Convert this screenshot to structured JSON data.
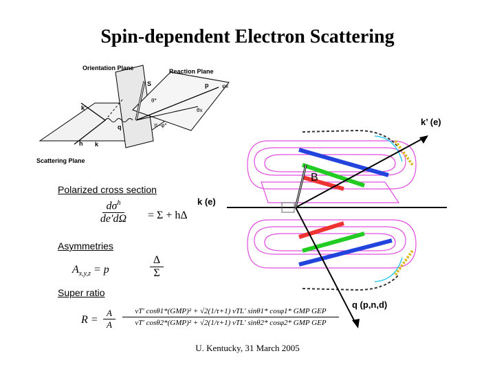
{
  "title": "Spin-dependent Electron Scattering",
  "diagram": {
    "orientation_plane": "Orientation Plane",
    "reaction_plane": "Reaction Plane",
    "scattering_plane": "Scattering Plane",
    "label_S": "S",
    "label_px": "p",
    "label_kprime": "k'",
    "label_h": "h",
    "label_k": "k",
    "label_q": "q",
    "label_theta_star": "θ*",
    "label_theta_x": "θx",
    "label_pi_phi": "π−φ*",
    "label_phi_x": "φx"
  },
  "sections": {
    "polarized": "Polarized cross section",
    "asymmetries": "Asymmetries",
    "super_ratio": "Super ratio"
  },
  "equations": {
    "cross_section_num": "dσ",
    "cross_section_sup": "h",
    "cross_section_den": "de′dΩ",
    "cross_section_rhs": "= Σ + hΔ",
    "asym_lhs": "A",
    "asym_sub": "x,y,z",
    "asym_rhs": "= p",
    "asym_num": "Δ",
    "asym_den": "Σ",
    "ratio_lhs": "R =",
    "ratio_A1": "A",
    "ratio_A2": "A",
    "ratio_num": "vT′ cosθ1*(GMP)² + √2(1/τ+1) vTL′ sinθ1* cosφ1* GMP GEP",
    "ratio_den": "vT′ cosθ2*(GMP)² + √2(1/τ+1) vTL′ sinθ2* cosφ2* GMP GEP"
  },
  "detector": {
    "label_kprime_e": "k’ (e)",
    "label_k_e": "k (e)",
    "label_q": "q (p,n,d)",
    "label_B": "B"
  },
  "footer": "U. Kentucky, 31 March 2005"
}
